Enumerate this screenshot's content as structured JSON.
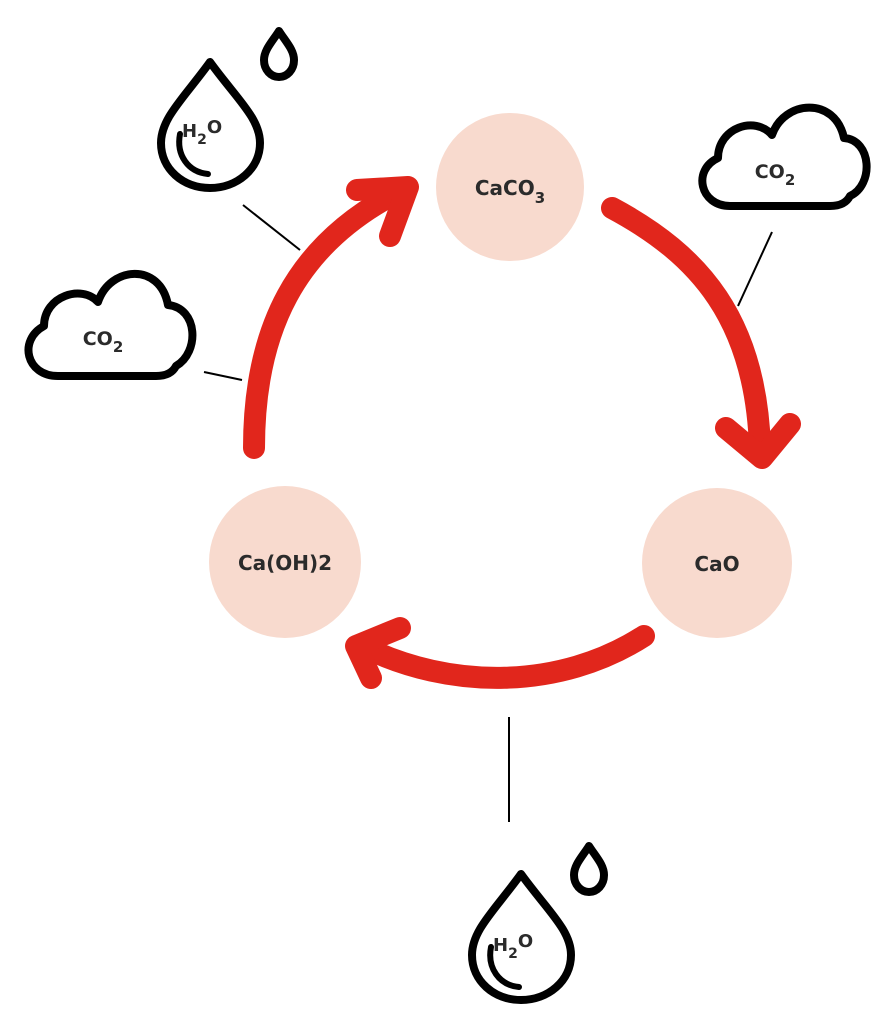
{
  "nodes": {
    "caco3": {
      "main": "CaCO",
      "sub": "3"
    },
    "cao": {
      "main": "CaO"
    },
    "caoh2": {
      "main": "Ca(OH)2"
    }
  },
  "clouds": {
    "right": {
      "main": "CO",
      "sub": "2"
    },
    "left": {
      "main": "CO",
      "sub": "2"
    }
  },
  "drops": {
    "top": {
      "h": "H",
      "sub": "2",
      "o": "O"
    },
    "bottom": {
      "h": "H",
      "sub": "2",
      "o": "O"
    }
  },
  "colors": {
    "arrow": "#e1261c",
    "node_fill": "#f8dace",
    "outline": "#000000"
  },
  "icons": [
    "water-drop-icon",
    "cloud-icon"
  ]
}
